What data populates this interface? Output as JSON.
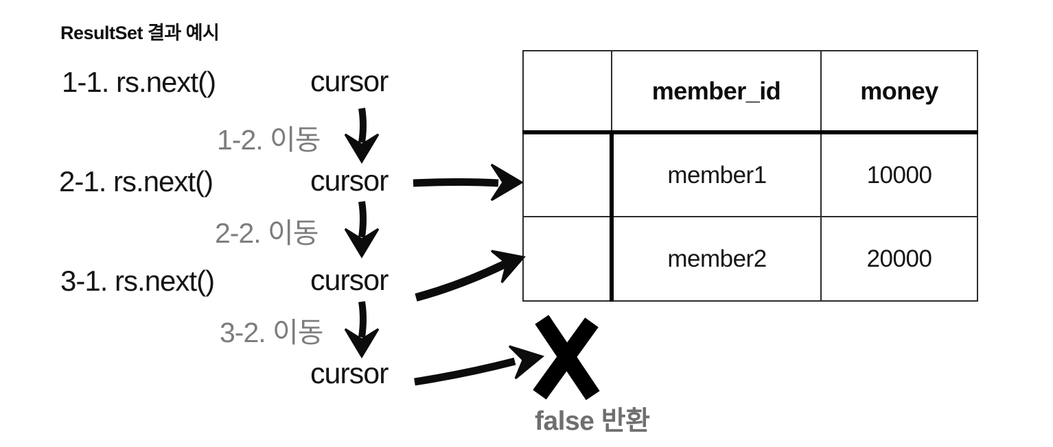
{
  "title": "ResultSet 결과 예시",
  "steps": [
    {
      "call": "1-1. rs.next()",
      "cursor": "cursor",
      "move": "1-2. 이동"
    },
    {
      "call": "2-1. rs.next()",
      "cursor": "cursor",
      "move": "2-2. 이동"
    },
    {
      "call": "3-1. rs.next()",
      "cursor": "cursor",
      "move": "3-2. 이동"
    },
    {
      "cursor": "cursor",
      "result": "false 반환"
    }
  ],
  "table": {
    "headers": [
      "",
      "member_id",
      "money"
    ],
    "rows": [
      {
        "cursor_cell": "",
        "member_id": "member1",
        "money": "10000"
      },
      {
        "cursor_cell": "",
        "member_id": "member2",
        "money": "20000"
      }
    ]
  },
  "colors": {
    "text_black": "#141414",
    "gray_label": "#7d7d7d",
    "false_gray": "#6f6f6f",
    "ink": "#0c0c0c",
    "table_border_thin": "#2b2b2b",
    "table_border_thick": "#000000"
  }
}
